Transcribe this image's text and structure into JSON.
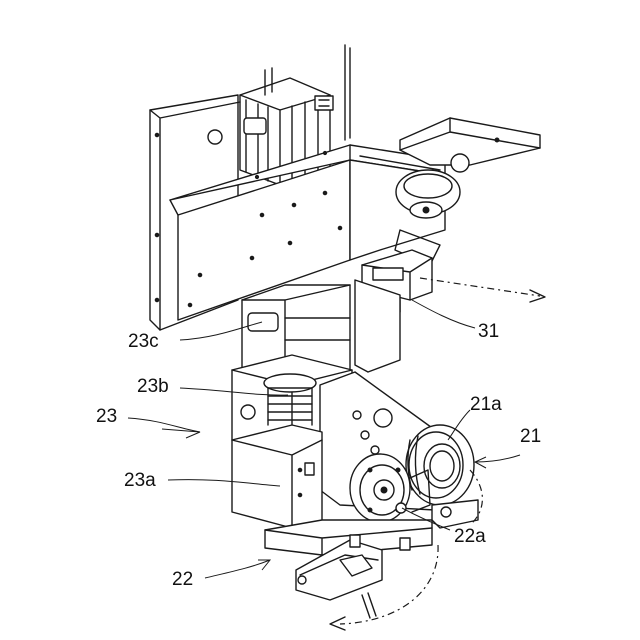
{
  "figure": {
    "labels": {
      "l23c": "23c",
      "l23b": "23b",
      "l23": "23",
      "l23a": "23a",
      "l22": "22",
      "l21a": "21a",
      "l21": "21",
      "l22a": "22a",
      "l31": "31"
    }
  }
}
